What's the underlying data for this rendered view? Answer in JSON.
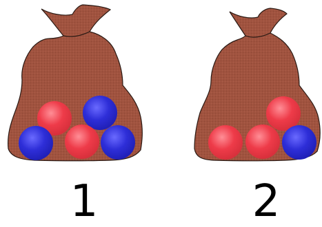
{
  "colors": {
    "bag_fill": "#a0533f",
    "bag_stroke": "#2a1a14",
    "red_ball": "#ee3b49",
    "blue_ball": "#2e2ed8",
    "label": "#000000"
  },
  "bags": [
    {
      "label": "1",
      "balls": [
        "red",
        "blue",
        "blue",
        "red",
        "blue"
      ],
      "red_count": 2,
      "blue_count": 3
    },
    {
      "label": "2",
      "balls": [
        "red",
        "red",
        "red",
        "blue"
      ],
      "red_count": 3,
      "blue_count": 1
    }
  ]
}
